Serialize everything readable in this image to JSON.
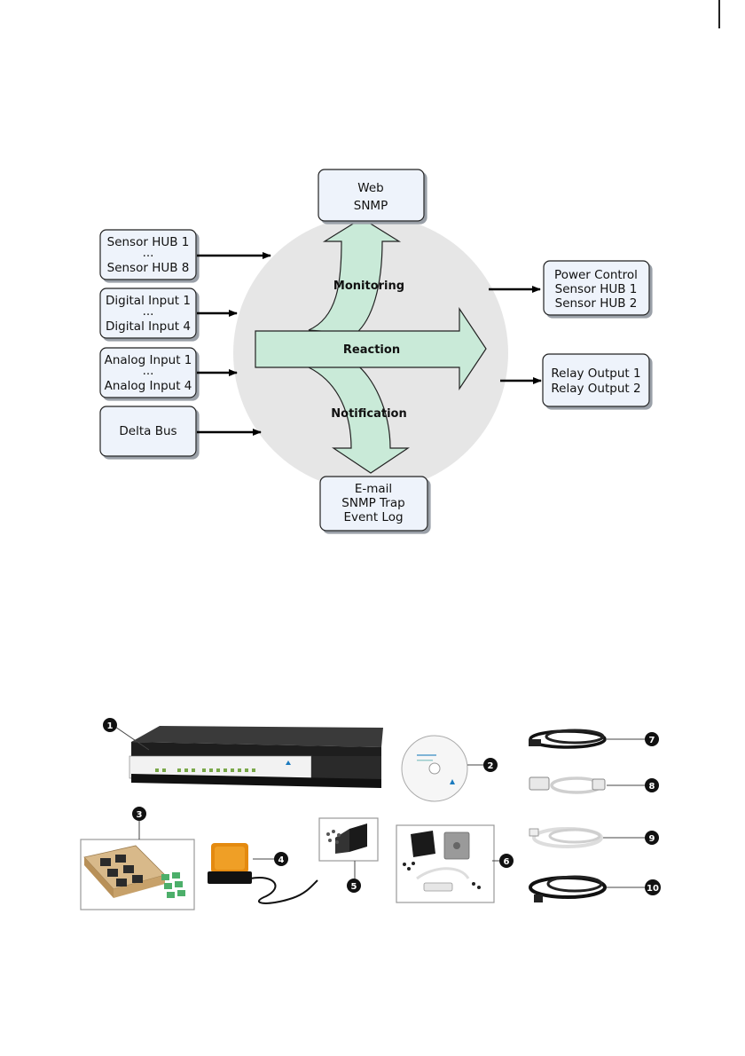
{
  "diagram": {
    "inputs": [
      {
        "line1": "Sensor HUB 1",
        "dots": "...",
        "line2": "Sensor HUB 8"
      },
      {
        "line1": "Digital Input 1",
        "dots": "...",
        "line2": "Digital Input 4"
      },
      {
        "line1": "Analog Input 1",
        "dots": "...",
        "line2": "Analog Input 4"
      },
      {
        "line1": "Delta Bus"
      }
    ],
    "top_box": {
      "line1": "Web",
      "line2": "SNMP"
    },
    "bottom_box": {
      "line1": "E-mail",
      "line2": "SNMP Trap",
      "line3": "Event Log"
    },
    "right_boxes": [
      {
        "line1": "Power Control",
        "line2": "Sensor HUB 1",
        "line3": "Sensor HUB 2"
      },
      {
        "line1": "Relay Output 1",
        "line2": "Relay Output 2"
      }
    ],
    "labels": {
      "monitoring": "Monitoring",
      "reaction": "Reaction",
      "notification": "Notification"
    },
    "colors": {
      "arrow_fill": "#c9ead8",
      "circle_fill": "#e6e6e6",
      "box_fill": "#eef3fb"
    }
  },
  "package": {
    "callouts": [
      "1",
      "2",
      "3",
      "4",
      "5",
      "6",
      "7",
      "8",
      "9",
      "10"
    ],
    "items": [
      "device-unit",
      "software-cd",
      "sensor-box",
      "warning-beacon",
      "mounting-bracket-kit",
      "door-sensor-kit",
      "cable-7",
      "cable-8",
      "cable-9",
      "cable-10"
    ]
  }
}
